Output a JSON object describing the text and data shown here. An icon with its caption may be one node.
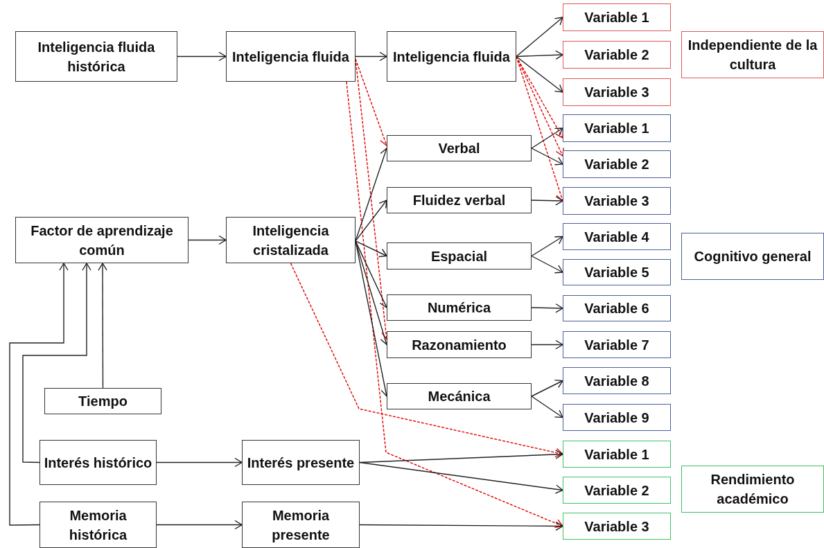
{
  "diagram": {
    "nodes": [
      {
        "text": [
          "Inteligencia fluida histórica"
        ]
      },
      {
        "text": [
          "Inteligencia fluida"
        ]
      },
      {
        "text": [
          "Inteligencia fluida"
        ]
      },
      {
        "text": [
          "Variable 1"
        ]
      },
      {
        "text": [
          "Variable 2"
        ]
      },
      {
        "text": [
          "Variable 3"
        ]
      },
      {
        "text": [
          "Independiente de la cultura"
        ]
      },
      {
        "text": [
          "Verbal"
        ]
      },
      {
        "text": [
          "Variable 1"
        ]
      },
      {
        "text": [
          "Variable 2"
        ]
      },
      {
        "text": [
          "Fluidez verbal"
        ]
      },
      {
        "text": [
          "Variable 3"
        ]
      },
      {
        "text": [
          "Factor de aprendizaje común"
        ]
      },
      {
        "text": [
          "Inteligencia cristalizada"
        ]
      },
      {
        "text": [
          "Espacial"
        ]
      },
      {
        "text": [
          "Variable 4"
        ]
      },
      {
        "text": [
          "Cognitivo general"
        ]
      },
      {
        "text": [
          "Variable 5"
        ]
      },
      {
        "text": [
          "Numérica"
        ]
      },
      {
        "text": [
          "Variable 6"
        ]
      },
      {
        "text": [
          "Razonamiento"
        ]
      },
      {
        "text": [
          "Variable 7"
        ]
      },
      {
        "text": [
          "Mecánica"
        ]
      },
      {
        "text": [
          "Variable 8"
        ]
      },
      {
        "text": [
          "Variable 9"
        ]
      },
      {
        "text": [
          "Tiempo"
        ]
      },
      {
        "text": [
          "Interés histórico"
        ]
      },
      {
        "text": [
          "Interés presente"
        ]
      },
      {
        "text": [
          "Variable 1"
        ]
      },
      {
        "text": [
          "Rendimiento académico"
        ]
      },
      {
        "text": [
          "Variable 2"
        ]
      },
      {
        "text": [
          "Memoria histórica"
        ]
      },
      {
        "text": [
          "Memoria presente"
        ]
      },
      {
        "text": [
          "Variable 3"
        ]
      }
    ],
    "edges": [
      {
        "from": 0,
        "to": 1,
        "arrow": "to"
      },
      {
        "from": 1,
        "to": 2,
        "arrow": "to"
      },
      {
        "from": 2,
        "to": 3,
        "arrow": "to"
      },
      {
        "from": 2,
        "to": 4,
        "arrow": "to"
      },
      {
        "from": 2,
        "to": 5,
        "arrow": "to"
      },
      {
        "from": 2,
        "to": 8,
        "arrow": "to",
        "style": "dashed",
        "color": "#e00000"
      },
      {
        "from": 2,
        "to": 9,
        "arrow": "to",
        "style": "dashed",
        "color": "#e00000"
      },
      {
        "from": 2,
        "to": 11,
        "arrow": "to",
        "style": "dashed",
        "color": "#e00000"
      },
      {
        "from": 1,
        "to": 7,
        "arrow": "to",
        "style": "dashed",
        "color": "#e00000"
      },
      {
        "from": 1,
        "to": 20,
        "arrow": "to",
        "style": "dashed",
        "color": "#e00000"
      },
      {
        "from": 1,
        "to": 33,
        "arrow": "to",
        "style": "dashed",
        "color": "#e00000"
      },
      {
        "from": 13,
        "to": 28,
        "arrow": "to",
        "style": "dashed",
        "color": "#e00000"
      },
      {
        "from": 7,
        "to": 8,
        "arrow": "to"
      },
      {
        "from": 7,
        "to": 9,
        "arrow": "to"
      },
      {
        "from": 10,
        "to": 11,
        "arrow": "to"
      },
      {
        "from": 12,
        "to": 13,
        "arrow": "to"
      },
      {
        "from": 13,
        "to": 7,
        "arrow": "to"
      },
      {
        "from": 13,
        "to": 10,
        "arrow": "to"
      },
      {
        "from": 13,
        "to": 14,
        "arrow": "to"
      },
      {
        "from": 13,
        "to": 18,
        "arrow": "to"
      },
      {
        "from": 13,
        "to": 20,
        "arrow": "to"
      },
      {
        "from": 13,
        "to": 22,
        "arrow": "to"
      },
      {
        "from": 14,
        "to": 15,
        "arrow": "to"
      },
      {
        "from": 14,
        "to": 17,
        "arrow": "to"
      },
      {
        "from": 18,
        "to": 19,
        "arrow": "to"
      },
      {
        "from": 20,
        "to": 21,
        "arrow": "to"
      },
      {
        "from": 22,
        "to": 23,
        "arrow": "to"
      },
      {
        "from": 22,
        "to": 24,
        "arrow": "to"
      },
      {
        "from": 25,
        "to": 12,
        "arrow": "to"
      },
      {
        "from": 26,
        "to": 12,
        "arrow": "to"
      },
      {
        "from": 31,
        "to": 12,
        "arrow": "to"
      },
      {
        "from": 26,
        "to": 27,
        "arrow": "to"
      },
      {
        "from": 27,
        "to": 28,
        "arrow": "to"
      },
      {
        "from": 27,
        "to": 30,
        "arrow": "to"
      },
      {
        "from": 31,
        "to": 32,
        "arrow": "to"
      },
      {
        "from": 32,
        "to": 33,
        "arrow": "to"
      }
    ]
  }
}
